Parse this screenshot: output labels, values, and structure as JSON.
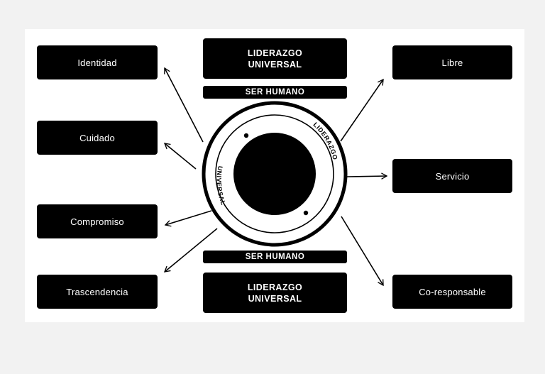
{
  "left_items": [
    "Identidad",
    "Cuidado",
    "Compromiso",
    "Trascendencia"
  ],
  "right_items": [
    "Libre",
    "Servicio",
    "Co-responsable"
  ],
  "top_title": {
    "line1": "LIDERAZGO",
    "line2": "UNIVERSAL"
  },
  "top_band": "SER HUMANO",
  "bottom_band": "SER HUMANO",
  "bottom_title": {
    "line1": "LIDERAZGO",
    "line2": "UNIVERSAL"
  },
  "circle": {
    "ring_text_top": "LIDERAZGO",
    "ring_text_bottom": "UNIVERSAL"
  },
  "colors": {
    "box": "#000000",
    "text": "#ffffff",
    "background": "#ffffff",
    "page": "#f2f2f2"
  }
}
